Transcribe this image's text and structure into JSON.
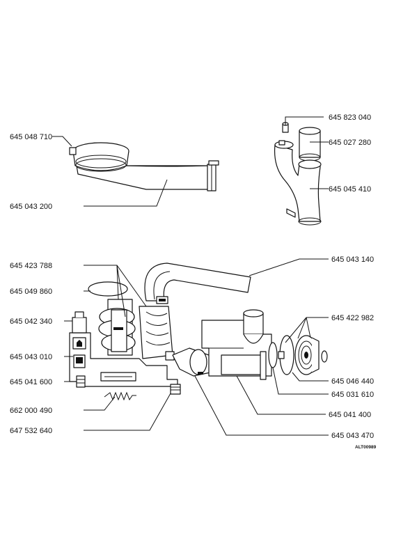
{
  "parts": {
    "p645048710": "645  048  710",
    "p645043200": "645  043  200",
    "p645823040": "645  823  040",
    "p645027280": "645  027  280",
    "p645045410": "645  045  410",
    "p645423788": "645  423  788",
    "p645049860": "645  049  860",
    "p645042340": "645  042  340",
    "p645043010": "645  043  010",
    "p645041600": "645  041  600",
    "p662000490": "662  000  490",
    "p647532640": "647  532  640",
    "p645043140": "645  043  140",
    "p645422982": "645  422  982",
    "p645046440": "645  046  440",
    "p645031610": "645  031  610",
    "p645041400": "645  041  400",
    "p645043470": "645  043  470"
  },
  "drawing_code": "ALT00989"
}
